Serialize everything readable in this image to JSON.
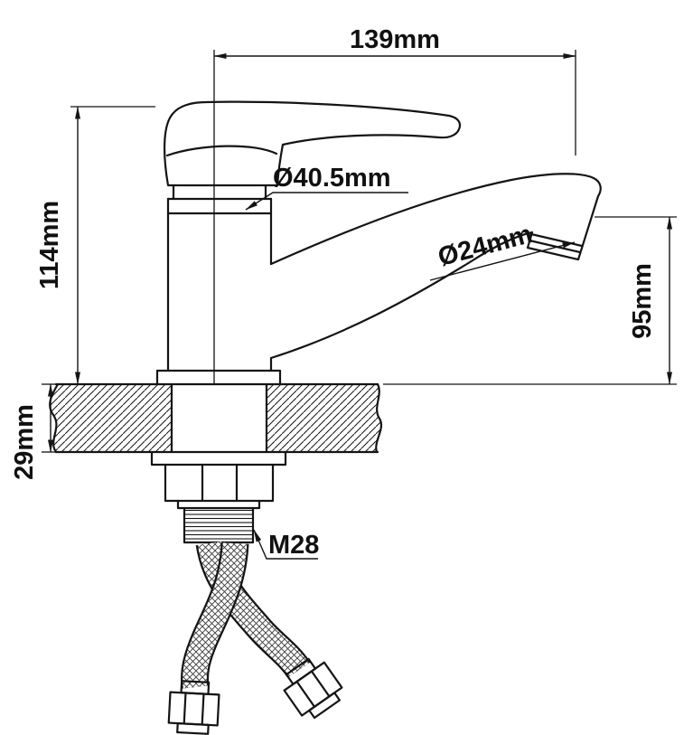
{
  "drawing": {
    "kind": "faucet dimension drawing",
    "background": "#ffffff",
    "line_color": "#141414"
  },
  "labels": {
    "width": "139mm",
    "body_diameter": "Ø40.5mm",
    "height": "114mm",
    "spout_diameter": "Ø24mm",
    "spout_height": "95mm",
    "deck_thickness": "29mm",
    "thread": "M28"
  }
}
